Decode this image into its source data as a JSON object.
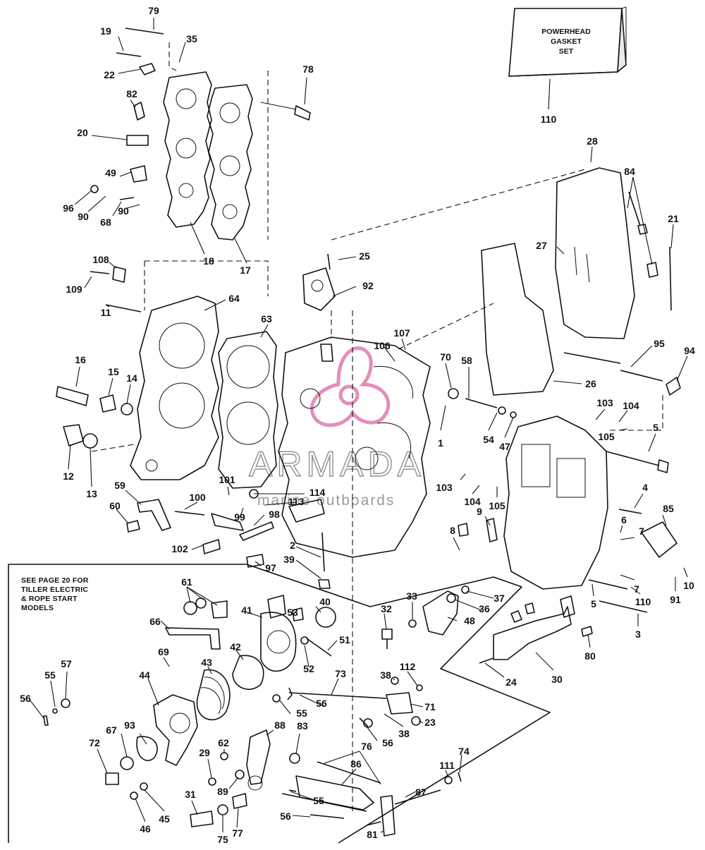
{
  "note": {
    "lines": [
      "SEE PAGE 20 FOR",
      "TILLER ELECTRIC",
      "& ROPE START",
      "MODELS"
    ]
  },
  "gasket_box": {
    "lines": [
      "POWERHEAD",
      "GASKET",
      "SET"
    ]
  },
  "watermark": {
    "title": "ARMADA",
    "subtitle": "marine outboards"
  },
  "colors": {
    "ink": "#111111",
    "watermark_logo": "#e07ab0",
    "watermark_text": "#7c7c7c"
  },
  "callouts": [
    {
      "label": "79"
    },
    {
      "label": "19"
    },
    {
      "label": "35"
    },
    {
      "label": "22"
    },
    {
      "label": "78"
    },
    {
      "label": "82"
    },
    {
      "label": "20"
    },
    {
      "label": "49"
    },
    {
      "label": "96"
    },
    {
      "label": "90"
    },
    {
      "label": "68"
    },
    {
      "label": "90"
    },
    {
      "label": "18"
    },
    {
      "label": "17"
    },
    {
      "label": "108"
    },
    {
      "label": "109"
    },
    {
      "label": "25"
    },
    {
      "label": "92"
    },
    {
      "label": "11"
    },
    {
      "label": "64"
    },
    {
      "label": "63"
    },
    {
      "label": "107"
    },
    {
      "label": "106"
    },
    {
      "label": "16"
    },
    {
      "label": "15"
    },
    {
      "label": "14"
    },
    {
      "label": "12"
    },
    {
      "label": "13"
    },
    {
      "label": "59"
    },
    {
      "label": "60"
    },
    {
      "label": "101"
    },
    {
      "label": "100"
    },
    {
      "label": "99"
    },
    {
      "label": "98"
    },
    {
      "label": "102"
    },
    {
      "label": "114"
    },
    {
      "label": "113"
    },
    {
      "label": "97"
    },
    {
      "label": "2"
    },
    {
      "label": "39"
    },
    {
      "label": "110"
    },
    {
      "label": "28"
    },
    {
      "label": "84"
    },
    {
      "label": "27"
    },
    {
      "label": "21"
    },
    {
      "label": "95"
    },
    {
      "label": "94"
    },
    {
      "label": "26"
    },
    {
      "label": "70"
    },
    {
      "label": "58"
    },
    {
      "label": "1"
    },
    {
      "label": "54"
    },
    {
      "label": "47"
    },
    {
      "label": "103"
    },
    {
      "label": "104"
    },
    {
      "label": "105"
    },
    {
      "label": "5"
    },
    {
      "label": "103"
    },
    {
      "label": "104"
    },
    {
      "label": "105"
    },
    {
      "label": "4"
    },
    {
      "label": "85"
    },
    {
      "label": "6"
    },
    {
      "label": "7"
    },
    {
      "label": "9"
    },
    {
      "label": "8"
    },
    {
      "label": "7"
    },
    {
      "label": "110"
    },
    {
      "label": "91"
    },
    {
      "label": "10"
    },
    {
      "label": "5"
    },
    {
      "label": "3"
    },
    {
      "label": "80"
    },
    {
      "label": "30"
    },
    {
      "label": "24"
    },
    {
      "label": "61"
    },
    {
      "label": "66"
    },
    {
      "label": "41"
    },
    {
      "label": "53"
    },
    {
      "label": "40"
    },
    {
      "label": "32"
    },
    {
      "label": "33"
    },
    {
      "label": "36"
    },
    {
      "label": "37"
    },
    {
      "label": "48"
    },
    {
      "label": "51"
    },
    {
      "label": "52"
    },
    {
      "label": "42"
    },
    {
      "label": "69"
    },
    {
      "label": "43"
    },
    {
      "label": "44"
    },
    {
      "label": "57"
    },
    {
      "label": "55"
    },
    {
      "label": "56"
    },
    {
      "label": "73"
    },
    {
      "label": "38"
    },
    {
      "label": "112"
    },
    {
      "label": "71"
    },
    {
      "label": "23"
    },
    {
      "label": "38"
    },
    {
      "label": "55"
    },
    {
      "label": "56"
    },
    {
      "label": "56"
    },
    {
      "label": "88"
    },
    {
      "label": "83"
    },
    {
      "label": "76"
    },
    {
      "label": "86"
    },
    {
      "label": "74"
    },
    {
      "label": "111"
    },
    {
      "label": "67"
    },
    {
      "label": "93"
    },
    {
      "label": "72"
    },
    {
      "label": "62"
    },
    {
      "label": "29"
    },
    {
      "label": "89"
    },
    {
      "label": "46"
    },
    {
      "label": "45"
    },
    {
      "label": "31"
    },
    {
      "label": "75"
    },
    {
      "label": "77"
    },
    {
      "label": "55"
    },
    {
      "label": "56"
    },
    {
      "label": "87"
    },
    {
      "label": "81"
    }
  ]
}
